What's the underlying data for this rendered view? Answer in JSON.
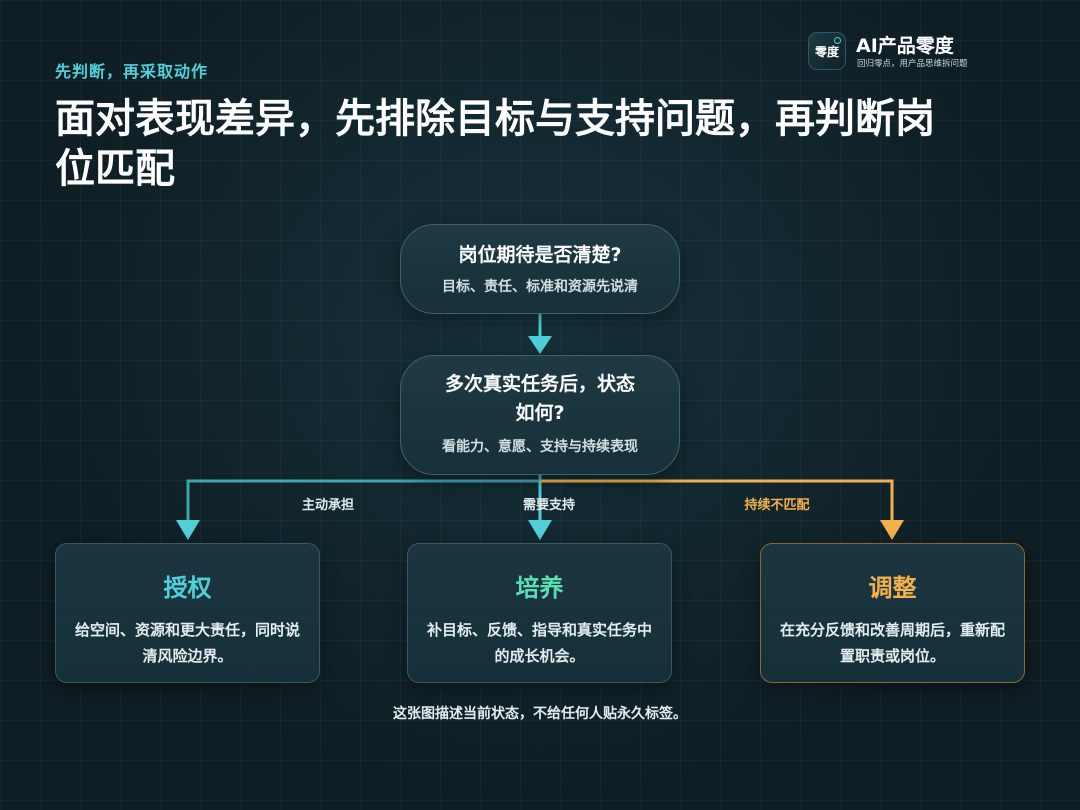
{
  "header": {
    "kicker": "先判断，再采取动作",
    "title": "面对表现差异，先排除目标与支持问题，再判断岗位匹配"
  },
  "brand": {
    "logo_text": "零度",
    "name": "AI产品零度",
    "tagline": "回归零点，用产品思维拆问题"
  },
  "nodes": {
    "q1": {
      "question": "岗位期待是否清楚?",
      "sub": "目标、责任、标准和资源先说清"
    },
    "q2": {
      "question_line1": "多次真实任务后，状态",
      "question_line2": "如何?",
      "sub": "看能力、意愿、支持与持续表现"
    }
  },
  "edges": {
    "left": "主动承担",
    "middle": "需要支持",
    "right": "持续不匹配"
  },
  "outcomes": [
    {
      "title": "授权",
      "desc": "给空间、资源和更大责任，同时说清风险边界。",
      "color": "#4fd1d9"
    },
    {
      "title": "培养",
      "desc": "补目标、反馈、指导和真实任务中的成长机会。",
      "color": "#59e0b3"
    },
    {
      "title": "调整",
      "desc": "在充分反馈和改善周期后，重新配置职责或岗位。",
      "color": "#f2b14c"
    }
  ],
  "colors": {
    "teal": "#4fd1d9",
    "orange": "#f2b14c",
    "background": "#0f1d24"
  },
  "caption": "这张图描述当前状态，不给任何人贴永久标签。"
}
